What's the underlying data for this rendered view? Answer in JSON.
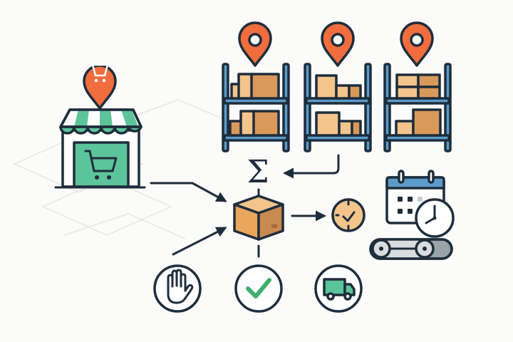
{
  "diagram": {
    "aggregate_symbol": "Σ",
    "nodes": [
      {
        "id": "store",
        "icon": "storefront-with-cart-pin"
      },
      {
        "id": "warehouse-1",
        "icon": "shelf-with-location-pin"
      },
      {
        "id": "warehouse-2",
        "icon": "shelf-with-location-pin"
      },
      {
        "id": "warehouse-3",
        "icon": "shelf-with-location-pin"
      },
      {
        "id": "sum",
        "icon": "sigma"
      },
      {
        "id": "inventory",
        "icon": "box"
      },
      {
        "id": "on-time",
        "icon": "clock-check"
      },
      {
        "id": "schedule",
        "icon": "calendar-clock-conveyor"
      },
      {
        "id": "hold",
        "icon": "hand-stop"
      },
      {
        "id": "approved",
        "icon": "check"
      },
      {
        "id": "ship",
        "icon": "truck"
      }
    ],
    "colors": {
      "outline": "#1e2d3b",
      "pin": "#f26d3d",
      "green": "#5cc49a",
      "shelf": "#5b9bc9",
      "box": "#e9a65c",
      "box_dark": "#c98a52",
      "box_light": "#f3c48c"
    }
  }
}
